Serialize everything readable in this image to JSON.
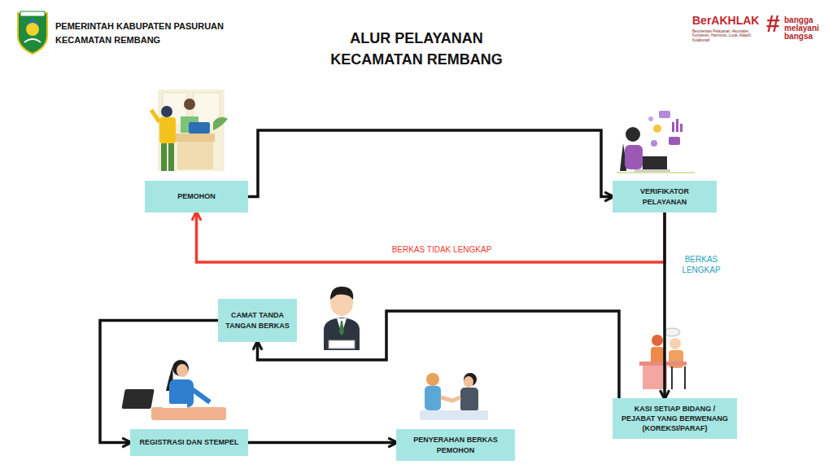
{
  "diagram": {
    "title": "ALUR PELAYANAN KECAMATAN REMBANG",
    "nodes": [
      {
        "text": [
          "PEMOHON"
        ]
      },
      {
        "text": [
          "VERIFIKATOR PELAYANAN"
        ]
      },
      {
        "text": [
          "KASI SETIAP BIDANG / PEJABAT YANG BERWENANG (KOREKSI/PARAF)"
        ]
      },
      {
        "text": [
          "CAMAT TANDA TANGAN BERKAS"
        ]
      },
      {
        "text": [
          "REGISTRASI DAN STEMPEL"
        ]
      },
      {
        "text": [
          "PENYERAHAN BERKAS PEMOHON"
        ]
      }
    ],
    "edges": [
      {
        "from": 0,
        "to": 1,
        "arrow": "to"
      },
      {
        "from": 1,
        "to": 0,
        "label": "BERKAS TIDAK LENGKAP",
        "arrow": "to"
      },
      {
        "from": 1,
        "to": 2,
        "label": "BERKAS LENGKAP",
        "arrow": "to"
      },
      {
        "from": 2,
        "to": 3,
        "arrow": "to"
      },
      {
        "from": 3,
        "to": 4,
        "arrow": "to"
      },
      {
        "from": 4,
        "to": 5,
        "arrow": "to"
      }
    ],
    "labels": [
      "PEMERINTAH KABUPATEN PASURUAN",
      "KECAMATAN REMBANG",
      "BerAKHLAK",
      "Berorientasi Pelayanan, Akuntabel, Kompeten, Harmonis, Loyal, Adaptif, Kolaboratif",
      "#",
      "bangga melayani bangsa"
    ]
  }
}
